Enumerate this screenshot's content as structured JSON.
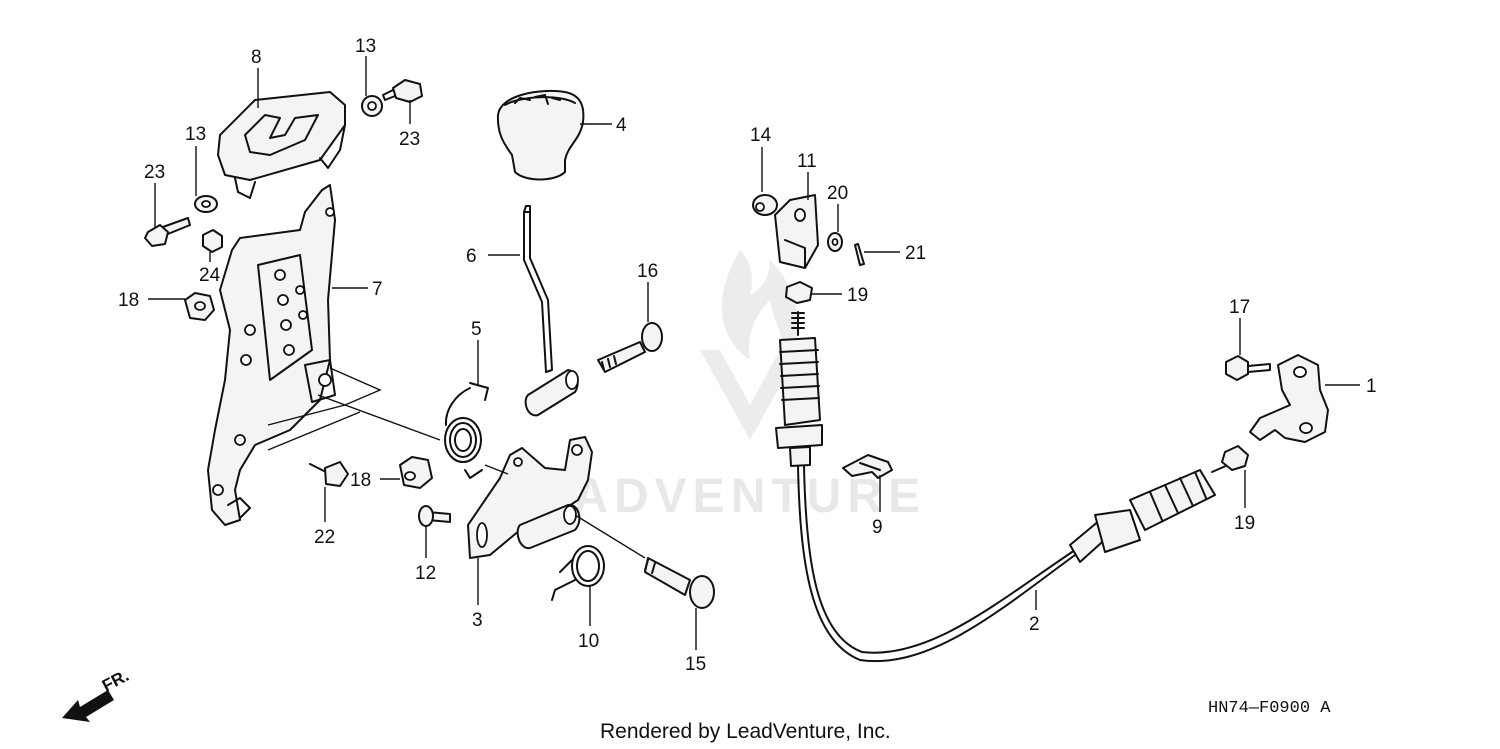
{
  "diagram": {
    "code": "HN74—F0900 A",
    "credit": "Rendered by LeadVenture, Inc.",
    "watermark": "LEADVENTURE",
    "direction": "FR.",
    "callouts": {
      "c1": "1",
      "c2": "2",
      "c3": "3",
      "c4": "4",
      "c5": "5",
      "c6": "6",
      "c7": "7",
      "c8": "8",
      "c9": "9",
      "c10": "10",
      "c11": "11",
      "c12": "12",
      "c13a": "13",
      "c13b": "13",
      "c14": "14",
      "c15": "15",
      "c16": "16",
      "c17": "17",
      "c18a": "18",
      "c18b": "18",
      "c19a": "19",
      "c19b": "19",
      "c20": "20",
      "c21": "21",
      "c22": "22",
      "c23a": "23",
      "c23b": "23",
      "c24": "24"
    }
  }
}
